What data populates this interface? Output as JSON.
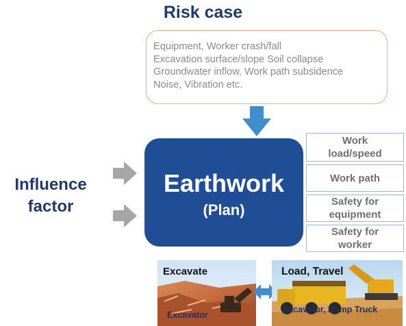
{
  "title": "Risk case",
  "risk_lines": [
    "Equipment, Worker crash/fall",
    "Excavation surface/slope Soil collapse",
    "Groundwater inflow, Work path subsidence",
    "Noise, Vibration etc."
  ],
  "influence": {
    "line1": "Influence",
    "line2": "factor"
  },
  "main": {
    "title": "Earthwork",
    "subtitle": "(Plan)"
  },
  "factors": [
    {
      "line1": "Work",
      "line2": "load/speed"
    },
    {
      "line1": "Work path",
      "line2": ""
    },
    {
      "line1": "Safety for",
      "line2": "equipment"
    },
    {
      "line1": "Safety for",
      "line2": "worker"
    }
  ],
  "photos": {
    "left": {
      "title": "Excavate",
      "caption": "Excavator"
    },
    "right": {
      "title": "Load, Travel",
      "caption": "Excavator, Dump Truck"
    }
  },
  "colors": {
    "navy": "#1f3a6e",
    "box_blue": "#1f4e96",
    "arrow_blue": "#3f8fce",
    "arrow_gray": "#a6a6a6",
    "risk_border": "#f2a97a"
  }
}
